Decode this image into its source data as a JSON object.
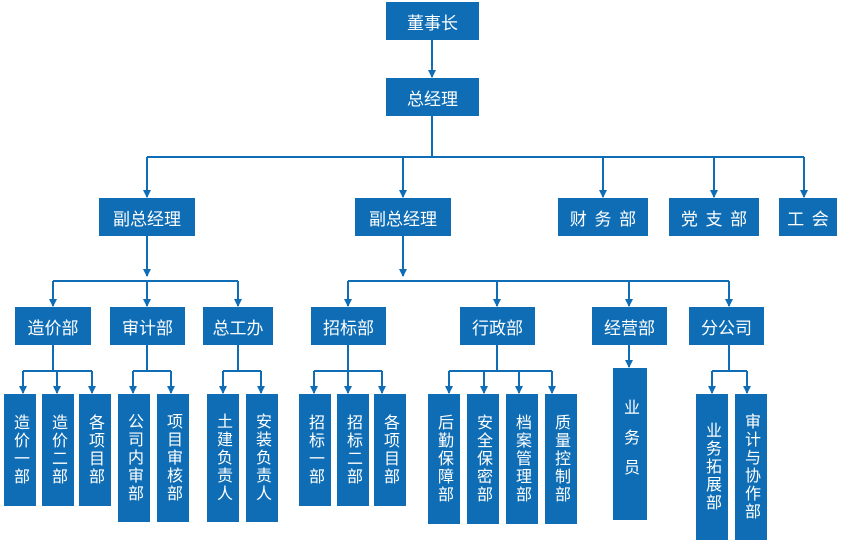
{
  "nodes": {
    "chairman": "董事长",
    "general_manager": "总经理",
    "deputy_left": "副总经理",
    "deputy_mid": "副总经理",
    "finance": "财务部",
    "party": "党支部",
    "union": "工会",
    "cost_dept": "造价部",
    "audit_dept": "审计部",
    "chief_eng_office": "总工办",
    "bidding_dept": "招标部",
    "admin_dept": "行政部",
    "operations_dept": "经营部",
    "branch": "分公司",
    "cost_1": "造价一部",
    "cost_2": "造价二部",
    "cost_projects": "各项目部",
    "internal_audit": "公司内审部",
    "project_audit": "项目审核部",
    "civil_lead": "土建负责人",
    "install_lead": "安装负责人",
    "bidding_1": "招标一部",
    "bidding_2": "招标二部",
    "bidding_projects": "各项目部",
    "logistics": "后勤保障部",
    "security": "安全保密部",
    "archives": "档案管理部",
    "quality": "质量控制部",
    "salesperson": "业务员",
    "biz_dev": "业务拓展部",
    "audit_coord": "审计与协作部"
  },
  "colors": {
    "box": "#0e6db5",
    "line": "#0e6db5",
    "text": "#ffffff"
  }
}
